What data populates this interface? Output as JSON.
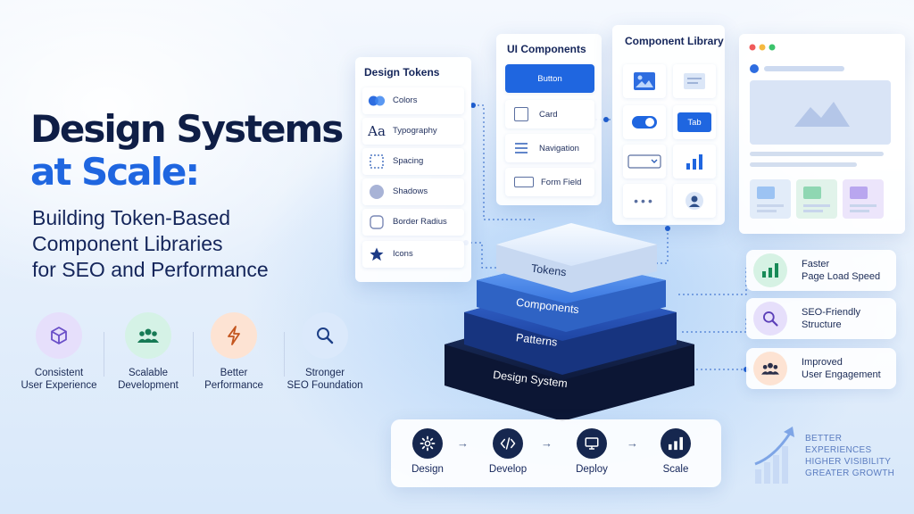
{
  "headline": {
    "line1": "Design Systems",
    "line2": "at Scale:",
    "sub1": "Building Token-Based",
    "sub2": "Component Libraries",
    "sub3": "for SEO and Performance"
  },
  "features": [
    {
      "l1": "Consistent",
      "l2": "User Experience",
      "icon": "cube-icon",
      "color": "#e6dffb"
    },
    {
      "l1": "Scalable",
      "l2": "Development",
      "icon": "team-icon",
      "color": "#d5f2e6"
    },
    {
      "l1": "Better",
      "l2": "Performance",
      "icon": "bolt-icon",
      "color": "#fde3d3"
    },
    {
      "l1": "Stronger",
      "l2": "SEO Foundation",
      "icon": "search-icon",
      "color": "#dbe9fb"
    }
  ],
  "tokens_card": {
    "title": "Design Tokens",
    "items": [
      "Colors",
      "Typography",
      "Spacing",
      "Shadows",
      "Border Radius",
      "Icons"
    ],
    "typography_glyph": "Aa"
  },
  "ui_card": {
    "title": "UI Components",
    "items": [
      "Button",
      "Card",
      "Navigation",
      "Form Field"
    ]
  },
  "library_card": {
    "title": "Component Library",
    "tab_label": "Tab"
  },
  "stack": {
    "layers": [
      "Tokens",
      "Components",
      "Patterns",
      "Design System"
    ]
  },
  "benefits": [
    {
      "l1": "Faster",
      "l2": "Page Load Speed",
      "icon": "bar-chart-icon",
      "color": "#d6f2e4"
    },
    {
      "l1": "SEO-Friendly",
      "l2": "Structure",
      "icon": "search-icon",
      "color": "#e6dffb"
    },
    {
      "l1": "Improved",
      "l2": "User Engagement",
      "icon": "team-icon",
      "color": "#fde3d3"
    }
  ],
  "workflow": {
    "steps": [
      "Design",
      "Develop",
      "Deploy",
      "Scale"
    ],
    "arrow": "→"
  },
  "growth": {
    "lines": [
      "BETTER",
      "EXPERIENCES",
      "HIGHER VISIBILITY",
      "GREATER GROWTH"
    ]
  },
  "colors": {
    "navy": "#0f1e46",
    "brand_blue": "#1f66e0",
    "layer_tokens": "#e7f0fc",
    "layer_components": "#4a86e8",
    "layer_patterns": "#2552b8",
    "layer_system": "#16274f"
  }
}
